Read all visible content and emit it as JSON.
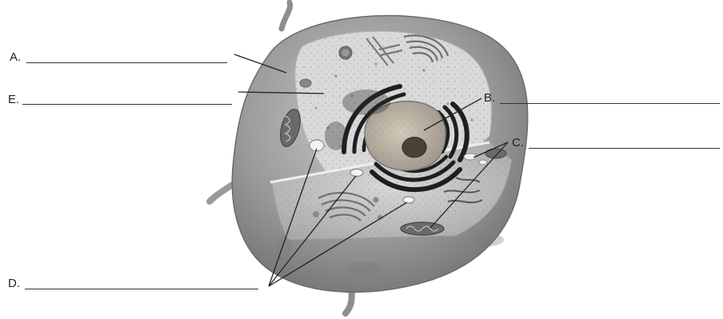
{
  "labels": {
    "a": "A.",
    "b": "B.",
    "c": "C.",
    "d": "D.",
    "e": "E."
  },
  "colors": {
    "outer": "#8a8a8a",
    "cytoplasm": "#cfcfcf",
    "chromatin": "#1e1e1e",
    "membrane_light": "#e6e6e6",
    "line": "#222222"
  },
  "icons": [
    "animal-cell-cutaway"
  ]
}
